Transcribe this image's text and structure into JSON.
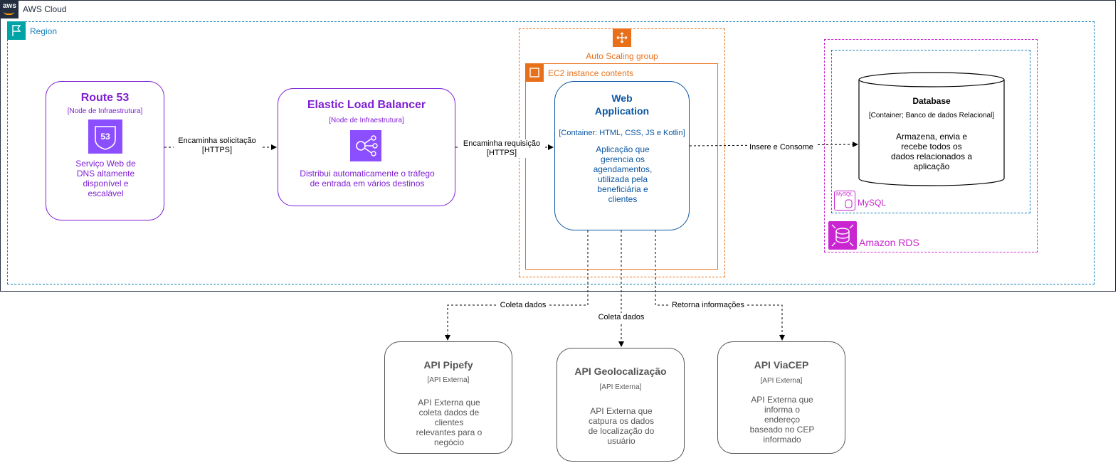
{
  "groups": {
    "aws_cloud": "AWS Cloud",
    "region": "Region",
    "auto_scaling": "Auto Scaling group",
    "ec2": "EC2 instance contents",
    "mysql": "MySQL",
    "rds": "Amazon RDS"
  },
  "icon_text": {
    "aws": "aws",
    "route53": "53",
    "mysql": "MySQL"
  },
  "nodes": {
    "route53": {
      "title": "Route 53",
      "subtitle": "[Node de Infraestrutura]",
      "description": "Serviço Web de\nDNS altamente\ndisponível e\nescalável",
      "icon": "route53-shield-icon"
    },
    "elb": {
      "title": "Elastic Load Balancer",
      "subtitle": "[Node de Infraestrutura]",
      "description": "Distribui automaticamente o tráfego\nde entrada em vários destinos",
      "icon": "load-balancer-icon"
    },
    "webapp": {
      "title": "Web\nApplication",
      "subtitle": "[Container: HTML, CSS, JS e Kotlin]",
      "description": "Aplicação que\ngerencia os\nagendamentos,\nutilizada pela\nbeneficiária e\nclientes"
    },
    "database": {
      "title": "Database",
      "subtitle": "[Container; Banco de dados Relacional]",
      "description": "Armazena, envia e\nrecebe  todos os\ndados relacionados a\naplicação"
    },
    "api_pipefy": {
      "title": "API Pipefy",
      "subtitle": "[API Externa]",
      "description": "API Externa que\ncoleta dados de\nclientes\nrelevantes para o\nnegócio"
    },
    "api_geo": {
      "title": "API Geolocalização",
      "subtitle": "[API Externa]",
      "description": "API Externa que\ncatpura os dados\nde localização do\nusuário"
    },
    "api_viacep": {
      "title": "API ViaCEP",
      "subtitle": "[API Externa]",
      "description": "API Externa que\ninforma o\nendereço\nbaseado no CEP\ninformado"
    }
  },
  "edges": {
    "route53_elb": "Encaminha solicitação\n[HTTPS]",
    "elb_webapp": "Encaminha requisição\n[HTTPS]",
    "webapp_db": "Insere e Consome",
    "webapp_pipefy": "Coleta dados",
    "webapp_geo": "Coleta dados",
    "webapp_viacep": "Retorna informações"
  },
  "colors": {
    "aws_dark": "#232f3e",
    "region_blue": "#147eba",
    "region_icon": "#00a4a6",
    "compute_orange": "#e8701a",
    "database_magenta": "#c925d1",
    "infra_purple": "#7e1fd4",
    "webapp_blue": "#0b56a3",
    "external_gray": "#555555",
    "icon_purple": "#8c4fff"
  }
}
